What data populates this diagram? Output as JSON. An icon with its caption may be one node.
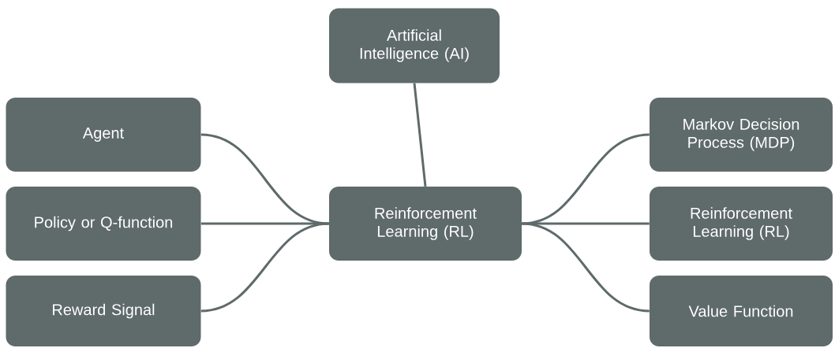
{
  "diagram": {
    "nodes": [
      {
        "text": [
          "Artificial Intelligence (AI)"
        ]
      },
      {
        "text": [
          "Agent"
        ]
      },
      {
        "text": [
          "Policy or Q-function"
        ]
      },
      {
        "text": [
          "Reward Signal"
        ]
      },
      {
        "text": [
          "Reinforcement Learning (RL)"
        ]
      },
      {
        "text": [
          "Markov Decision Process (MDP)"
        ]
      },
      {
        "text": [
          "Reinforcement Learning (RL)"
        ]
      },
      {
        "text": [
          "Value Function"
        ]
      }
    ],
    "edges": [
      {
        "from": 0,
        "to": 4,
        "arrow": "none"
      },
      {
        "from": 1,
        "to": 4,
        "arrow": "none"
      },
      {
        "from": 2,
        "to": 4,
        "arrow": "none"
      },
      {
        "from": 3,
        "to": 4,
        "arrow": "none"
      },
      {
        "from": 4,
        "to": 5,
        "arrow": "none"
      },
      {
        "from": 4,
        "to": 6,
        "arrow": "none"
      },
      {
        "from": 4,
        "to": 7,
        "arrow": "none"
      }
    ]
  }
}
